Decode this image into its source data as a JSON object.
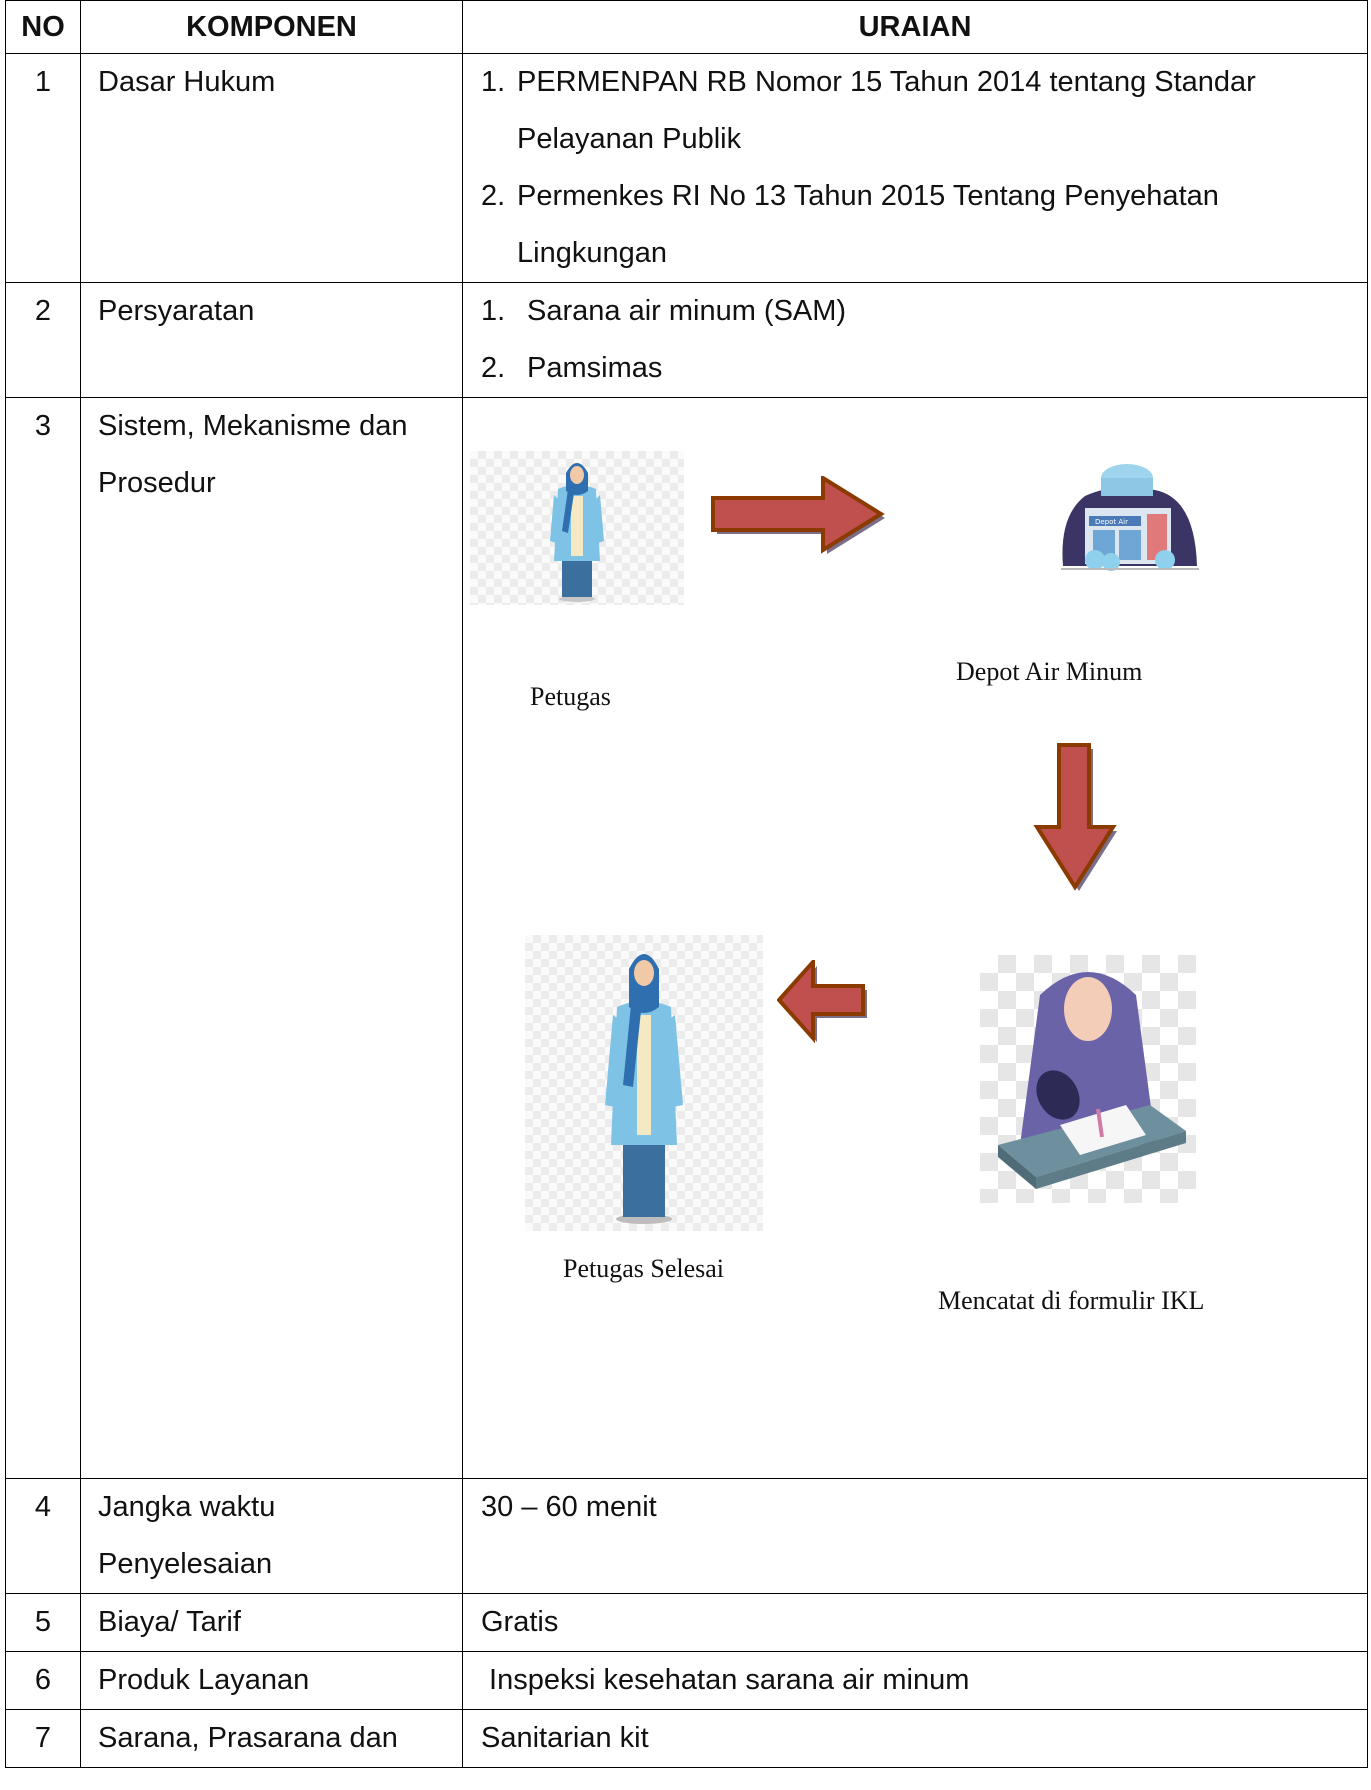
{
  "table": {
    "headers": {
      "no": "NO",
      "komponen": "KOMPONEN",
      "uraian": "URAIAN"
    },
    "rows": [
      {
        "no": "1",
        "komponen": "Dasar Hukum",
        "uraian": {
          "items": [
            {
              "num": "1.",
              "line1": "PERMENPAN RB Nomor 15 Tahun 2014 tentang Standar",
              "line2": "Pelayanan Publik"
            },
            {
              "num": "2.",
              "line1": "Permenkes RI No 13 Tahun 2015 Tentang Penyehatan",
              "line2": "Lingkungan"
            }
          ]
        }
      },
      {
        "no": "2",
        "komponen": "Persyaratan",
        "uraian": {
          "items": [
            {
              "num": "1.",
              "text": "Sarana air minum (SAM)"
            },
            {
              "num": "2.",
              "text": "Pamsimas"
            }
          ]
        }
      },
      {
        "no": "3",
        "komponen_line1": "Sistem, Mekanisme dan",
        "komponen_line2": "Prosedur",
        "flow": {
          "step1": "Petugas",
          "step2": "Depot Air Minum",
          "step3": "Mencatat di formulir IKL",
          "step4": "Petugas Selesai",
          "depot_sign": "Depot Air",
          "arrow_color": "#c0504d",
          "arrow_outline": "#8b3a00"
        }
      },
      {
        "no": "4",
        "komponen_line1": "Jangka waktu",
        "komponen_line2": "Penyelesaian",
        "uraian": "30 – 60 menit"
      },
      {
        "no": "5",
        "komponen": "Biaya/ Tarif",
        "uraian": "Gratis"
      },
      {
        "no": "6",
        "komponen": "Produk Layanan",
        "uraian": " Inspeksi kesehatan sarana air minum"
      },
      {
        "no": "7",
        "komponen": "Sarana, Prasarana dan",
        "uraian": "Sanitarian kit"
      }
    ]
  }
}
